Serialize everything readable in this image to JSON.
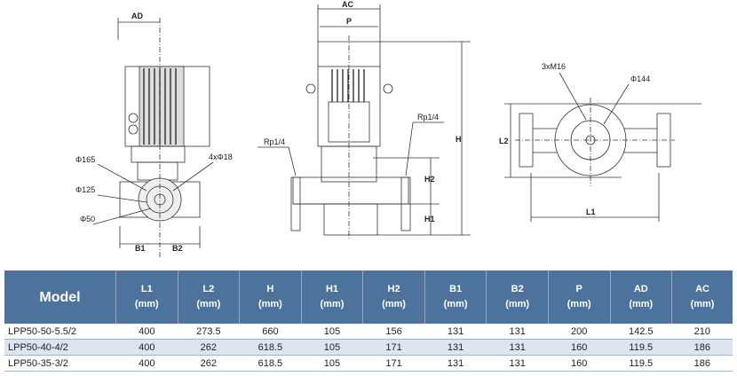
{
  "drawing": {
    "front": {
      "ad": "AD",
      "phi165": "Φ165",
      "phi125": "Φ125",
      "phi50": "Φ50",
      "bolts": "4xΦ18",
      "b1": "B1",
      "b2": "B2"
    },
    "side": {
      "ac": "AC",
      "p": "P",
      "h": "H",
      "h1": "H1",
      "h2": "H2",
      "rp_left": "Rp1/4",
      "rp_right": "Rp1/4"
    },
    "top": {
      "screws": "3xM16",
      "phi144": "Φ144",
      "l1": "L1",
      "l2": "L2"
    }
  },
  "table": {
    "headers": [
      {
        "name": "Model"
      },
      {
        "name": "L1",
        "unit": "(mm)"
      },
      {
        "name": "L2",
        "unit": "(mm)"
      },
      {
        "name": "H",
        "unit": "(mm)"
      },
      {
        "name": "H1",
        "unit": "(mm)"
      },
      {
        "name": "H2",
        "unit": "(mm)"
      },
      {
        "name": "B1",
        "unit": "(mm)"
      },
      {
        "name": "B2",
        "unit": "(mm)"
      },
      {
        "name": "P",
        "unit": "(mm)"
      },
      {
        "name": "AD",
        "unit": "(mm)"
      },
      {
        "name": "AC",
        "unit": "(mm)"
      }
    ],
    "rows": [
      [
        "LPP50-50-5.5/2",
        "400",
        "273.5",
        "660",
        "105",
        "156",
        "131",
        "131",
        "200",
        "142.5",
        "210"
      ],
      [
        "LPP50-40-4/2",
        "400",
        "262",
        "618.5",
        "105",
        "171",
        "131",
        "131",
        "160",
        "119.5",
        "186"
      ],
      [
        "LPP50-35-3/2",
        "400",
        "262",
        "618.5",
        "105",
        "171",
        "131",
        "131",
        "160",
        "119.5",
        "186"
      ]
    ]
  }
}
